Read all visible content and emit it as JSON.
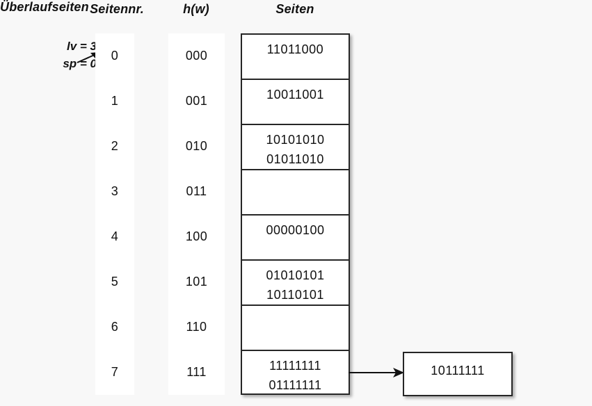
{
  "diagram": {
    "background_color": "#f8f8f8",
    "line_color": "#262626",
    "text_color": "#111111",
    "headers": {
      "seitennr": "Seitennr.",
      "hw": "h(w)",
      "seiten": "Seiten",
      "ueberlaufseiten": "Überlaufseiten"
    },
    "annotation": {
      "lv": "lv = 3",
      "sp": "sp = 0",
      "arrow_icon": "arrow-right-icon",
      "points_to_row": 0
    },
    "rows": [
      {
        "seitennr": "0",
        "hw": "000",
        "entries": [
          "11011000"
        ]
      },
      {
        "seitennr": "1",
        "hw": "001",
        "entries": [
          "10011001"
        ]
      },
      {
        "seitennr": "2",
        "hw": "010",
        "entries": [
          "10101010",
          "01011010"
        ]
      },
      {
        "seitennr": "3",
        "hw": "011",
        "entries": []
      },
      {
        "seitennr": "4",
        "hw": "100",
        "entries": [
          "00000100"
        ]
      },
      {
        "seitennr": "5",
        "hw": "101",
        "entries": [
          "01010101",
          "10110101"
        ]
      },
      {
        "seitennr": "6",
        "hw": "110",
        "entries": []
      },
      {
        "seitennr": "7",
        "hw": "111",
        "entries": [
          "11111111",
          "01111111"
        ]
      }
    ],
    "overflow": {
      "from_row": 7,
      "arrow_icon": "arrow-right-icon",
      "entries": [
        "10111111"
      ]
    }
  }
}
